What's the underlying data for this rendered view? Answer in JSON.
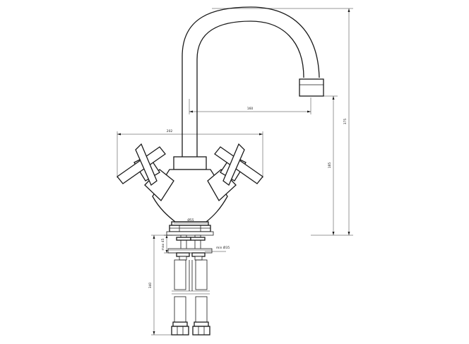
{
  "dimensions": {
    "reach": "160",
    "handle_span": "202",
    "total_height": "375",
    "spout_height": "185",
    "base_diameter": "Ø55",
    "thickness": "max 45",
    "hole_diameter": "min Ø35",
    "hose_length": "340"
  },
  "colors": {
    "line": "#1a1a1a",
    "background": "#ffffff"
  }
}
